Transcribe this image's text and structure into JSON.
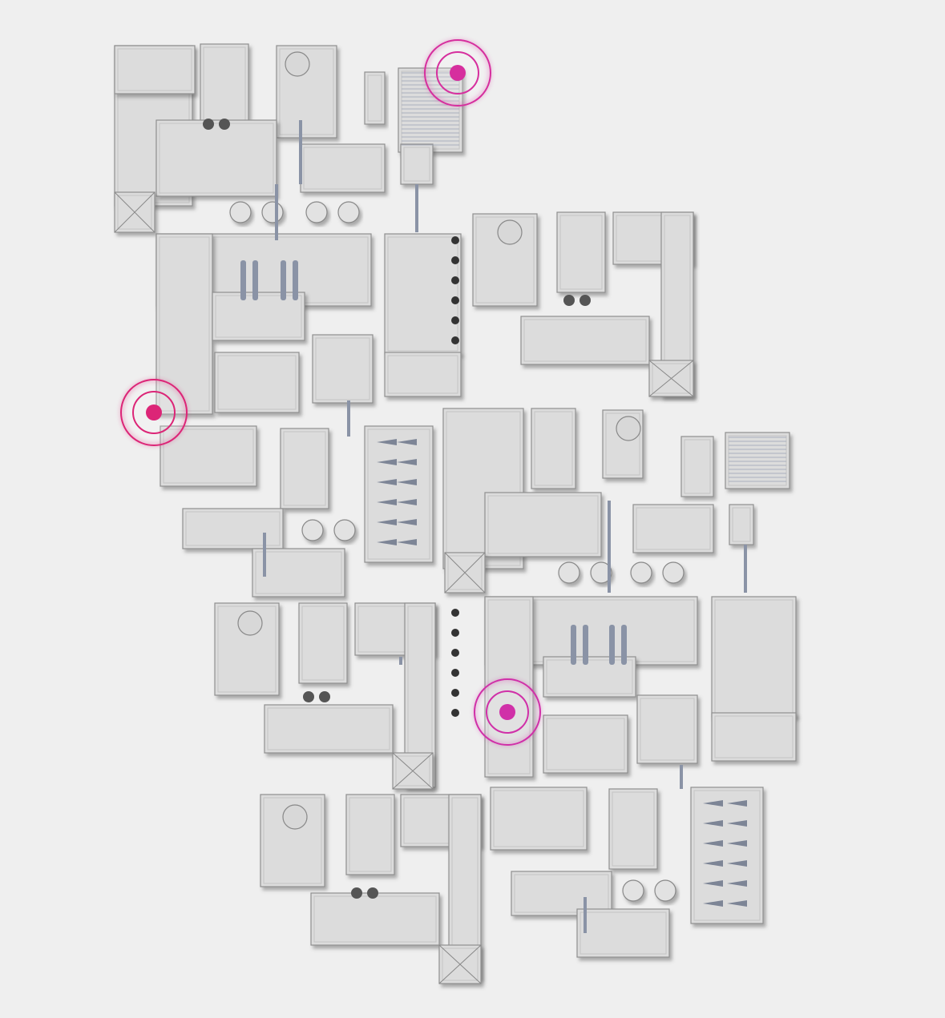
{
  "map": {
    "background_color": "#efefef",
    "building_color": "#dcdcdc",
    "building_edge_color": "#8f8f8f",
    "shadow_color": "#7d8596",
    "pipe_color": "#8a93a6",
    "markers": [
      {
        "id": "marker-1",
        "color": "#d62f9e"
      },
      {
        "id": "marker-2",
        "color": "#dc2577"
      },
      {
        "id": "marker-3",
        "color": "#d030a8"
      }
    ]
  }
}
